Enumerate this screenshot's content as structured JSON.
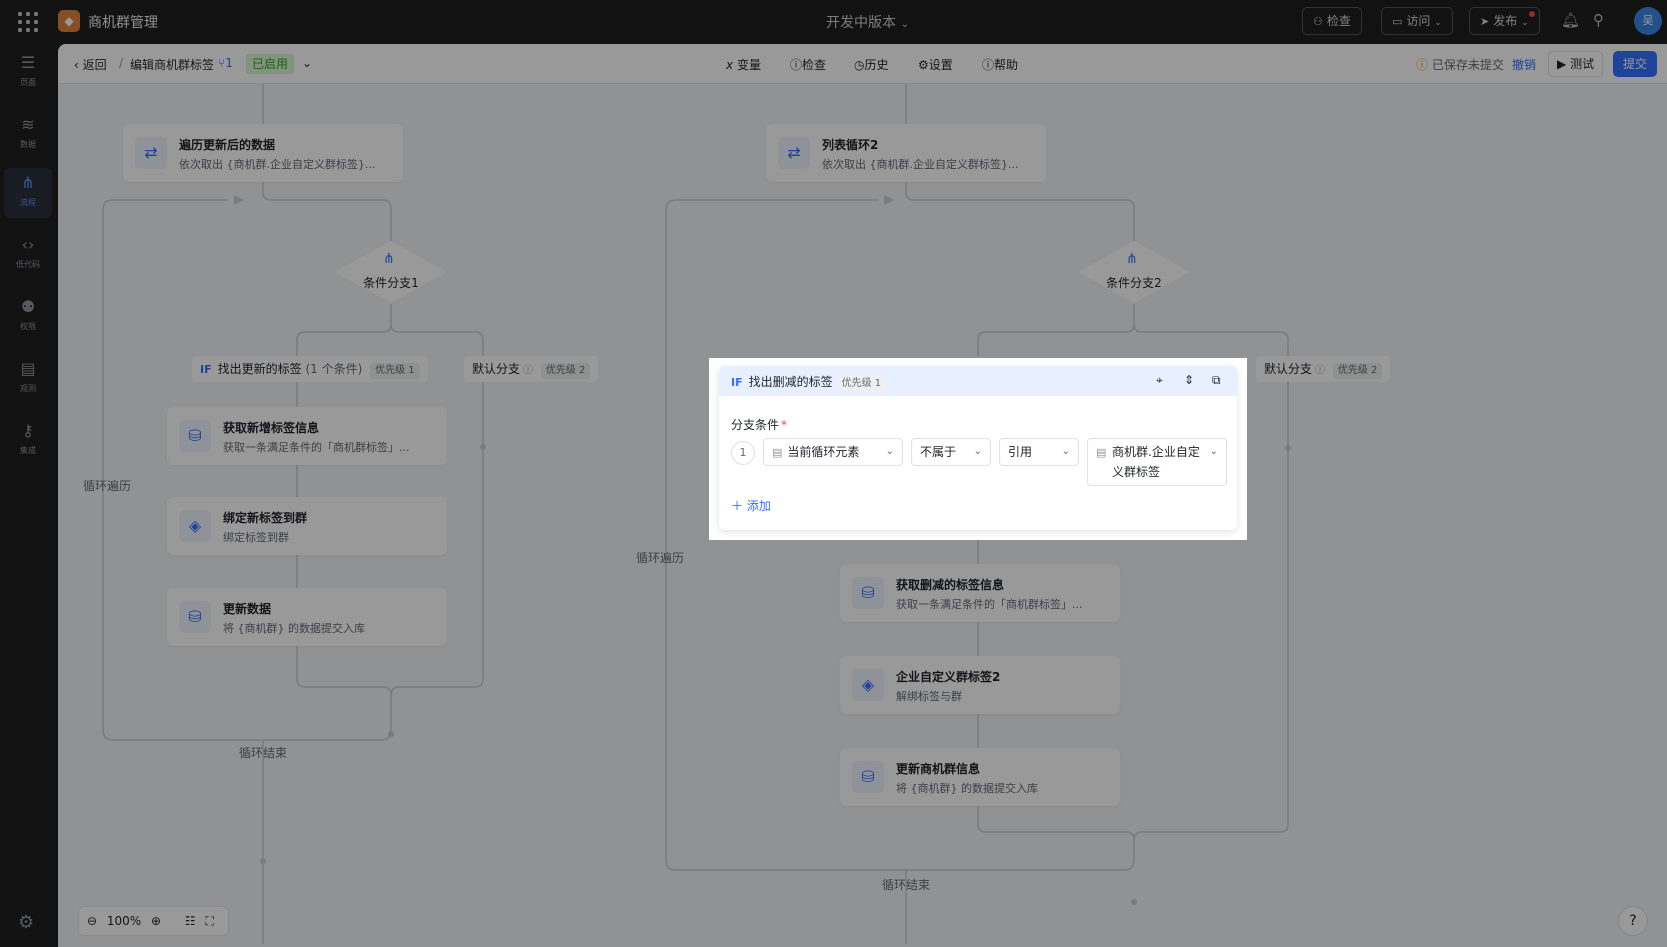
{
  "app": {
    "title": "商机群管理",
    "version": "开发中版本"
  },
  "topbar": {
    "check": "检查",
    "visit": "访问",
    "publish": "发布",
    "avatar": "吴"
  },
  "sidebar": [
    {
      "label": "页面",
      "icon": "page-icon"
    },
    {
      "label": "数据",
      "icon": "database-icon"
    },
    {
      "label": "流程",
      "icon": "flow-icon",
      "active": true
    },
    {
      "label": "低代码",
      "icon": "code-icon"
    },
    {
      "label": "权限",
      "icon": "users-icon"
    },
    {
      "label": "观测",
      "icon": "monitor-icon"
    },
    {
      "label": "集成",
      "icon": "key-icon"
    }
  ],
  "toolbar": {
    "back": "返回",
    "flow_name": "编辑商机群标签",
    "branch_count": "1",
    "status": "已启用",
    "variables": "变量",
    "inspect": "检查",
    "history": "历史",
    "settings": "设置",
    "help": "帮助",
    "saved_note": "已保存未提交",
    "revoke": "撤销",
    "test": "测试",
    "submit": "提交"
  },
  "canvas": {
    "loop1": {
      "title": "遍历更新后的数据",
      "desc": "依次取出 {商机群.企业自定义群标签}..."
    },
    "loop2": {
      "title": "列表循环2",
      "desc": "依次取出 {商机群.企业自定义群标签}..."
    },
    "branch1": "条件分支1",
    "branch2": "条件分支2",
    "if1": {
      "tag": "IF",
      "title": "找出更新的标签",
      "count": "(1 个条件)",
      "priority": "优先级 1"
    },
    "default1": {
      "title": "默认分支",
      "priority": "优先级 2"
    },
    "default2": {
      "title": "默认分支",
      "priority": "优先级 2"
    },
    "nodes_left": [
      {
        "title": "获取新增标签信息",
        "desc": "获取一条满足条件的「商机群标签」..."
      },
      {
        "title": "绑定新标签到群",
        "desc": "绑定标签到群"
      },
      {
        "title": "更新数据",
        "desc": "将 {商机群} 的数据提交入库"
      }
    ],
    "nodes_right": [
      {
        "title": "获取删减的标签信息",
        "desc": "获取一条满足条件的「商机群标签」..."
      },
      {
        "title": "企业自定义群标签2",
        "desc": "解绑标签与群"
      },
      {
        "title": "更新商机群信息",
        "desc": "将 {商机群} 的数据提交入库"
      }
    ],
    "loop_label": "循环遍历",
    "loop_end": "循环结束",
    "zoom": "100%"
  },
  "popup": {
    "tag": "IF",
    "title": "找出删减的标签",
    "priority": "优先级 1",
    "condition_label": "分支条件",
    "required": "*",
    "row_num": "1",
    "field": "当前循环元素",
    "operator": "不属于",
    "value_type": "引用",
    "value": "商机群.企业自定义群标签",
    "add": "添加"
  },
  "colors": {
    "accent": "#3370ff",
    "status_green": "#2ea121",
    "topbar": "#1f1f1f"
  }
}
